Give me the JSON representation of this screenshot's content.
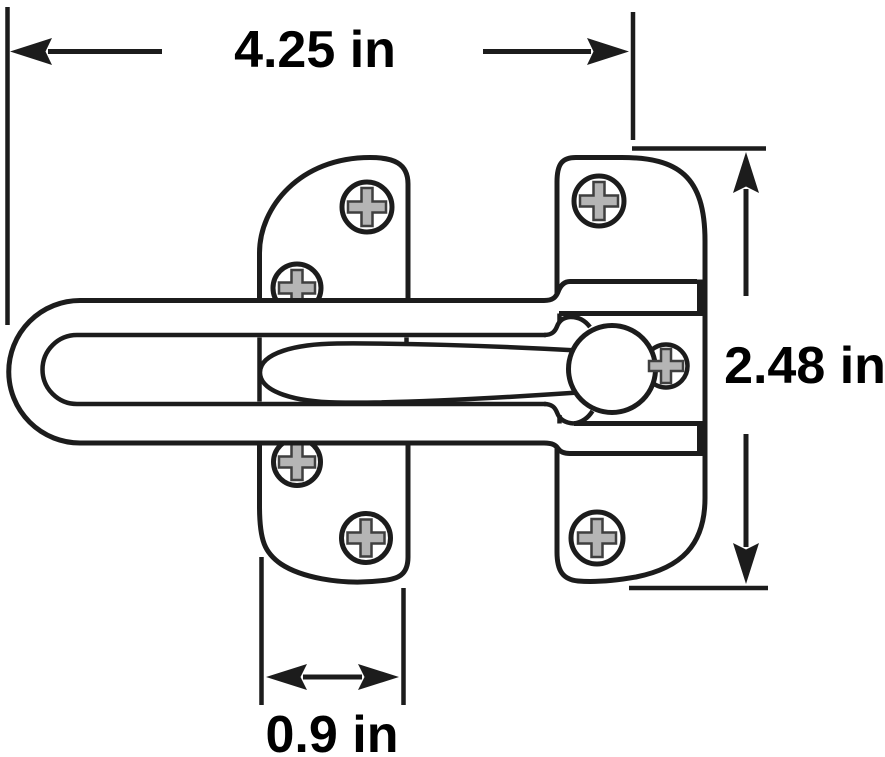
{
  "diagram": {
    "dimensions": {
      "overall_width": {
        "label": "4.25 in"
      },
      "overall_height": {
        "label": "2.48 in"
      },
      "bracket_width": {
        "label": "0.9 in"
      }
    },
    "icons": {
      "screw": "phillips-screw-icon",
      "arrows": [
        "arrow-left-icon",
        "arrow-right-icon",
        "arrow-up-icon",
        "arrow-down-icon"
      ]
    },
    "colors": {
      "line": "#1c1c1c",
      "text": "#000000",
      "screw_fill": "#b5b5b5",
      "screw_outline": "#3f3f3f",
      "background": "#ffffff"
    }
  }
}
